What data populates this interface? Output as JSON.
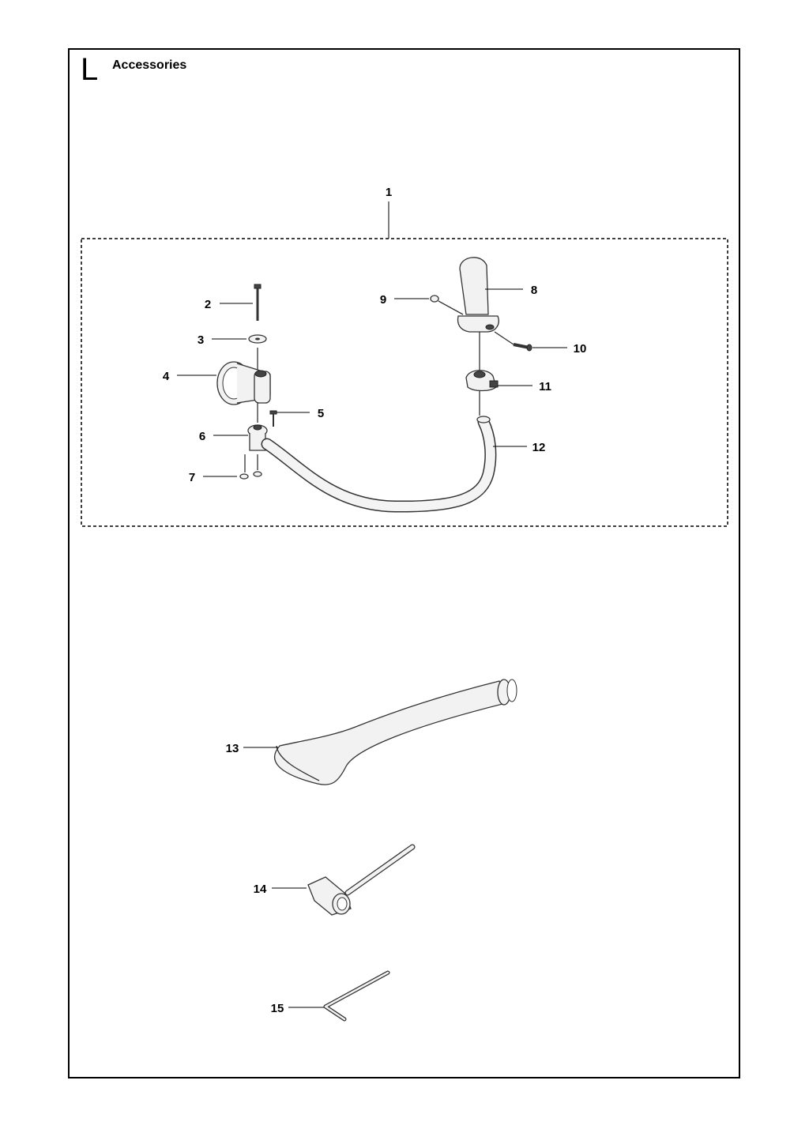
{
  "section": {
    "letter": "L",
    "title": "Accessories"
  },
  "callouts": {
    "c1": "1",
    "c2": "2",
    "c3": "3",
    "c4": "4",
    "c5": "5",
    "c6": "6",
    "c7": "7",
    "c8": "8",
    "c9": "9",
    "c10": "10",
    "c11": "11",
    "c12": "12",
    "c13": "13",
    "c14": "14",
    "c15": "15"
  }
}
